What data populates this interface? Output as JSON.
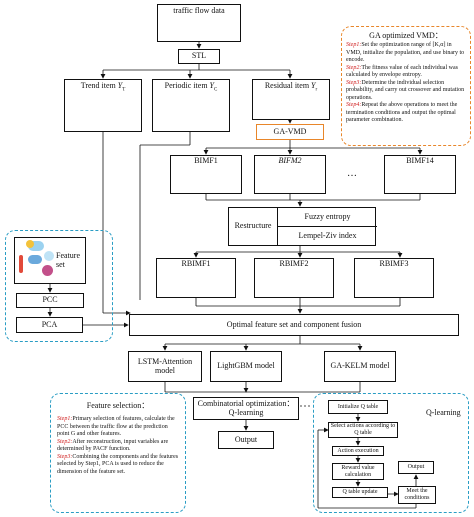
{
  "top": {
    "traffic_flow_data": "traffic flow data",
    "stl": "STL",
    "trend": "Trend item",
    "trend_sym": "Y",
    "trend_sub": "T",
    "periodic": "Periodic item",
    "periodic_sym": "Y",
    "periodic_sub": "C",
    "residual": "Residual item",
    "residual_sym": "Y",
    "residual_sub": "r",
    "gavmd": "GA-VMD"
  },
  "ga_panel": {
    "title": "GA optimized VMD：",
    "steps": [
      {
        "label": "Step1:",
        "text": "Set the optimization range of [K,α] in VMD, initialize the population, and use binary to encode."
      },
      {
        "label": "Step2:",
        "text": "The fitness value of each individual was calculated by envelope entropy."
      },
      {
        "label": "Step3:",
        "text": "Determine the individual selection probability, and carry out crossover and mutation operations."
      },
      {
        "label": "Step4:",
        "text": "Repeat the above operations to meet the termination conditions and output the optimal parameter combination."
      }
    ]
  },
  "bimf": {
    "b1": "BIMF1",
    "b2": "BIFM2",
    "dots": "…",
    "b14": "BIMF14"
  },
  "restructure": {
    "label": "Restructure",
    "fuzzy": "Fuzzy entropy",
    "lz": "Lempel-Ziv index"
  },
  "rbimf": {
    "r1": "RBIMF1",
    "r2": "RBIMF2",
    "r3": "RBIMF3"
  },
  "feature": {
    "feature_set": "Feature set",
    "pcc": "PCC",
    "pca": "PCA"
  },
  "fusion": "Optimal feature set and component fusion",
  "models": {
    "lstm": "LSTM-Attention model",
    "lgbm": "LightGBM model",
    "gakelm": "GA-KELM model"
  },
  "combo": "Combinatorial optimization：Q-learning",
  "output": "Output",
  "fs_panel": {
    "title": "Feature selection：",
    "steps": [
      {
        "label": "Step1:",
        "text": "Primary selection of features, calculate the PCC between the traffic flow at the prediction point G and other features."
      },
      {
        "label": "Step2:",
        "text": "After reconstruction, input variables are determined by PACF function."
      },
      {
        "label": "Step3:",
        "text": "Combining the components and the features selected by Step1, PCA is used to reduce the dimension of the feature set."
      }
    ]
  },
  "ql_panel": {
    "title": "Q-learning",
    "init": "Initialize Q table",
    "select": "Select actions according to Q table",
    "exec": "Action execution",
    "reward": "Reward value calculation",
    "update": "Q table update",
    "meet": "Meet the conditions",
    "output": "Output"
  },
  "colors": {
    "blue_dash": "#2a9dc4",
    "orange_dash": "#e8862a",
    "step_red": "#d02020"
  }
}
